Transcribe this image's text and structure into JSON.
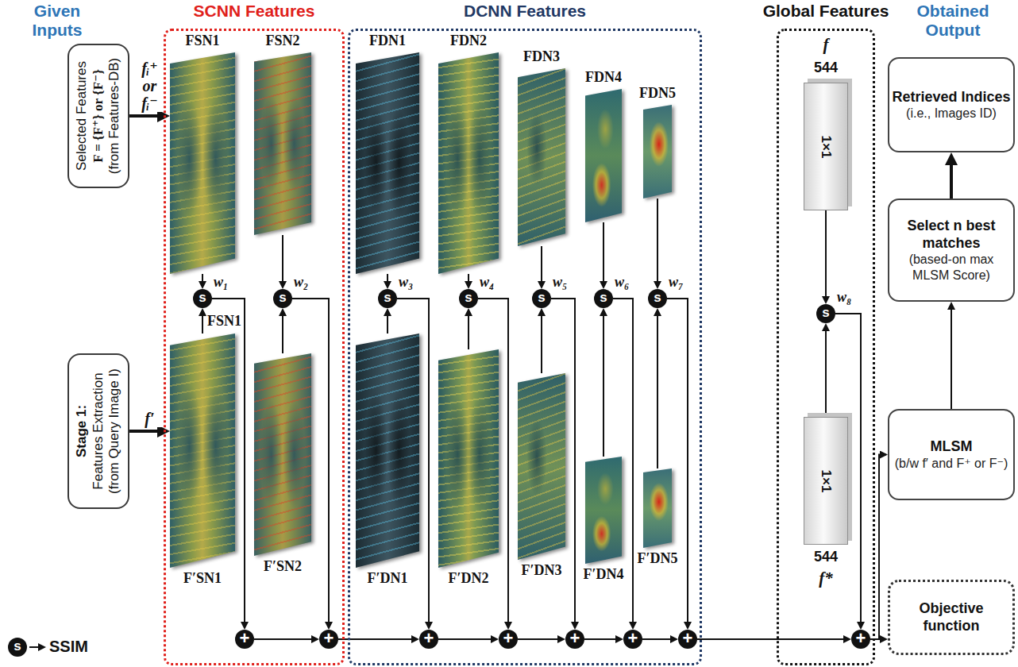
{
  "diagram": {
    "nodes": [
      {
        "text": [
          "Selected Features",
          "F = {F⁺} or {F⁻}",
          "(from Features-DB)"
        ]
      },
      {
        "text": [
          "Stage 1:",
          "Features Extraction",
          "(from Query Image I)"
        ]
      },
      {
        "text": [
          "SCNN Features"
        ]
      },
      {
        "text": [
          "FSN1"
        ],
        "in": 2
      },
      {
        "text": [
          "FSN2"
        ],
        "in": 2
      },
      {
        "text": [
          "F′SN1"
        ],
        "in": 2
      },
      {
        "text": [
          "F′SN2"
        ],
        "in": 2
      },
      {
        "text": [
          "s"
        ],
        "in": 2
      },
      {
        "text": [
          "s"
        ],
        "in": 2
      },
      {
        "text": [
          "+"
        ],
        "in": 2
      },
      {
        "text": [
          "+"
        ],
        "in": 2
      },
      {
        "text": [
          "DCNN Features"
        ]
      },
      {
        "text": [
          "FDN1"
        ],
        "in": 11
      },
      {
        "text": [
          "FDN2"
        ],
        "in": 11
      },
      {
        "text": [
          "FDN3"
        ],
        "in": 11
      },
      {
        "text": [
          "FDN4"
        ],
        "in": 11
      },
      {
        "text": [
          "FDN5"
        ],
        "in": 11
      },
      {
        "text": [
          "F′DN1"
        ],
        "in": 11
      },
      {
        "text": [
          "F′DN2"
        ],
        "in": 11
      },
      {
        "text": [
          "F′DN3"
        ],
        "in": 11
      },
      {
        "text": [
          "F′DN4"
        ],
        "in": 11
      },
      {
        "text": [
          "F′DN5"
        ],
        "in": 11
      },
      {
        "text": [
          "s"
        ],
        "in": 11
      },
      {
        "text": [
          "s"
        ],
        "in": 11
      },
      {
        "text": [
          "s"
        ],
        "in": 11
      },
      {
        "text": [
          "s"
        ],
        "in": 11
      },
      {
        "text": [
          "s"
        ],
        "in": 11
      },
      {
        "text": [
          "+"
        ],
        "in": 11
      },
      {
        "text": [
          "+"
        ],
        "in": 11
      },
      {
        "text": [
          "+"
        ],
        "in": 11
      },
      {
        "text": [
          "+"
        ],
        "in": 11
      },
      {
        "text": [
          "+"
        ],
        "in": 11
      },
      {
        "text": [
          "Global Features"
        ]
      },
      {
        "text": [
          "544",
          "1×1"
        ],
        "in": 32
      },
      {
        "text": [
          "1×1",
          "544"
        ],
        "in": 32
      },
      {
        "text": [
          "s"
        ],
        "in": 32
      },
      {
        "text": [
          "+"
        ],
        "in": 32
      },
      {
        "text": [
          "Retrieved Indices",
          "(i.e., Images ID)"
        ]
      },
      {
        "text": [
          "Select n best matches",
          "(based-on max MLSM Score)"
        ]
      },
      {
        "text": [
          "MLSM",
          "(b/w f′ and F⁺ or F⁻)"
        ]
      },
      {
        "text": [
          "Objective function"
        ]
      }
    ],
    "edges": [
      {
        "from": 0,
        "to": 3,
        "arrow": "to",
        "label": "fᵢ⁺ or fᵢ⁻"
      },
      {
        "from": 1,
        "to": 5,
        "arrow": "to",
        "label": "f′"
      },
      {
        "from": 3,
        "to": 7,
        "arrow": "to"
      },
      {
        "from": 5,
        "to": 7,
        "arrow": "to",
        "label": "FSN1"
      },
      {
        "from": 4,
        "to": 8,
        "arrow": "to"
      },
      {
        "from": 6,
        "to": 8,
        "arrow": "to"
      },
      {
        "from": 12,
        "to": 22,
        "arrow": "to"
      },
      {
        "from": 17,
        "to": 22,
        "arrow": "to"
      },
      {
        "from": 13,
        "to": 23,
        "arrow": "to"
      },
      {
        "from": 18,
        "to": 23,
        "arrow": "to"
      },
      {
        "from": 14,
        "to": 24,
        "arrow": "to"
      },
      {
        "from": 19,
        "to": 24,
        "arrow": "to"
      },
      {
        "from": 15,
        "to": 25,
        "arrow": "to"
      },
      {
        "from": 20,
        "to": 25,
        "arrow": "to"
      },
      {
        "from": 16,
        "to": 26,
        "arrow": "to"
      },
      {
        "from": 21,
        "to": 26,
        "arrow": "to"
      },
      {
        "from": 33,
        "to": 35,
        "arrow": "to"
      },
      {
        "from": 34,
        "to": 35,
        "arrow": "to"
      },
      {
        "from": 7,
        "to": 9,
        "arrow": "to"
      },
      {
        "from": 8,
        "to": 10,
        "arrow": "to"
      },
      {
        "from": 22,
        "to": 27,
        "arrow": "to"
      },
      {
        "from": 23,
        "to": 28,
        "arrow": "to"
      },
      {
        "from": 24,
        "to": 29,
        "arrow": "to"
      },
      {
        "from": 25,
        "to": 30,
        "arrow": "to"
      },
      {
        "from": 26,
        "to": 31,
        "arrow": "to"
      },
      {
        "from": 35,
        "to": 36,
        "arrow": "to"
      },
      {
        "from": 9,
        "to": 10,
        "arrow": "to"
      },
      {
        "from": 10,
        "to": 27,
        "arrow": "to"
      },
      {
        "from": 27,
        "to": 28,
        "arrow": "to"
      },
      {
        "from": 28,
        "to": 29,
        "arrow": "to"
      },
      {
        "from": 29,
        "to": 30,
        "arrow": "to"
      },
      {
        "from": 30,
        "to": 31,
        "arrow": "to"
      },
      {
        "from": 31,
        "to": 36,
        "arrow": "to"
      },
      {
        "from": 36,
        "to": 39,
        "arrow": "to"
      },
      {
        "from": 36,
        "to": 40,
        "arrow": "to"
      },
      {
        "from": 39,
        "to": 38,
        "arrow": "to"
      },
      {
        "from": 38,
        "to": 37,
        "arrow": "to"
      }
    ],
    "labels": [
      "Given Inputs",
      "Obtained Output",
      "w₁",
      "w₂",
      "w₃",
      "w₄",
      "w₅",
      "w₆",
      "w₇",
      "w₈",
      "f",
      "f*",
      "s"
    ],
    "legend": [
      {
        "text": "SSIM"
      }
    ]
  }
}
